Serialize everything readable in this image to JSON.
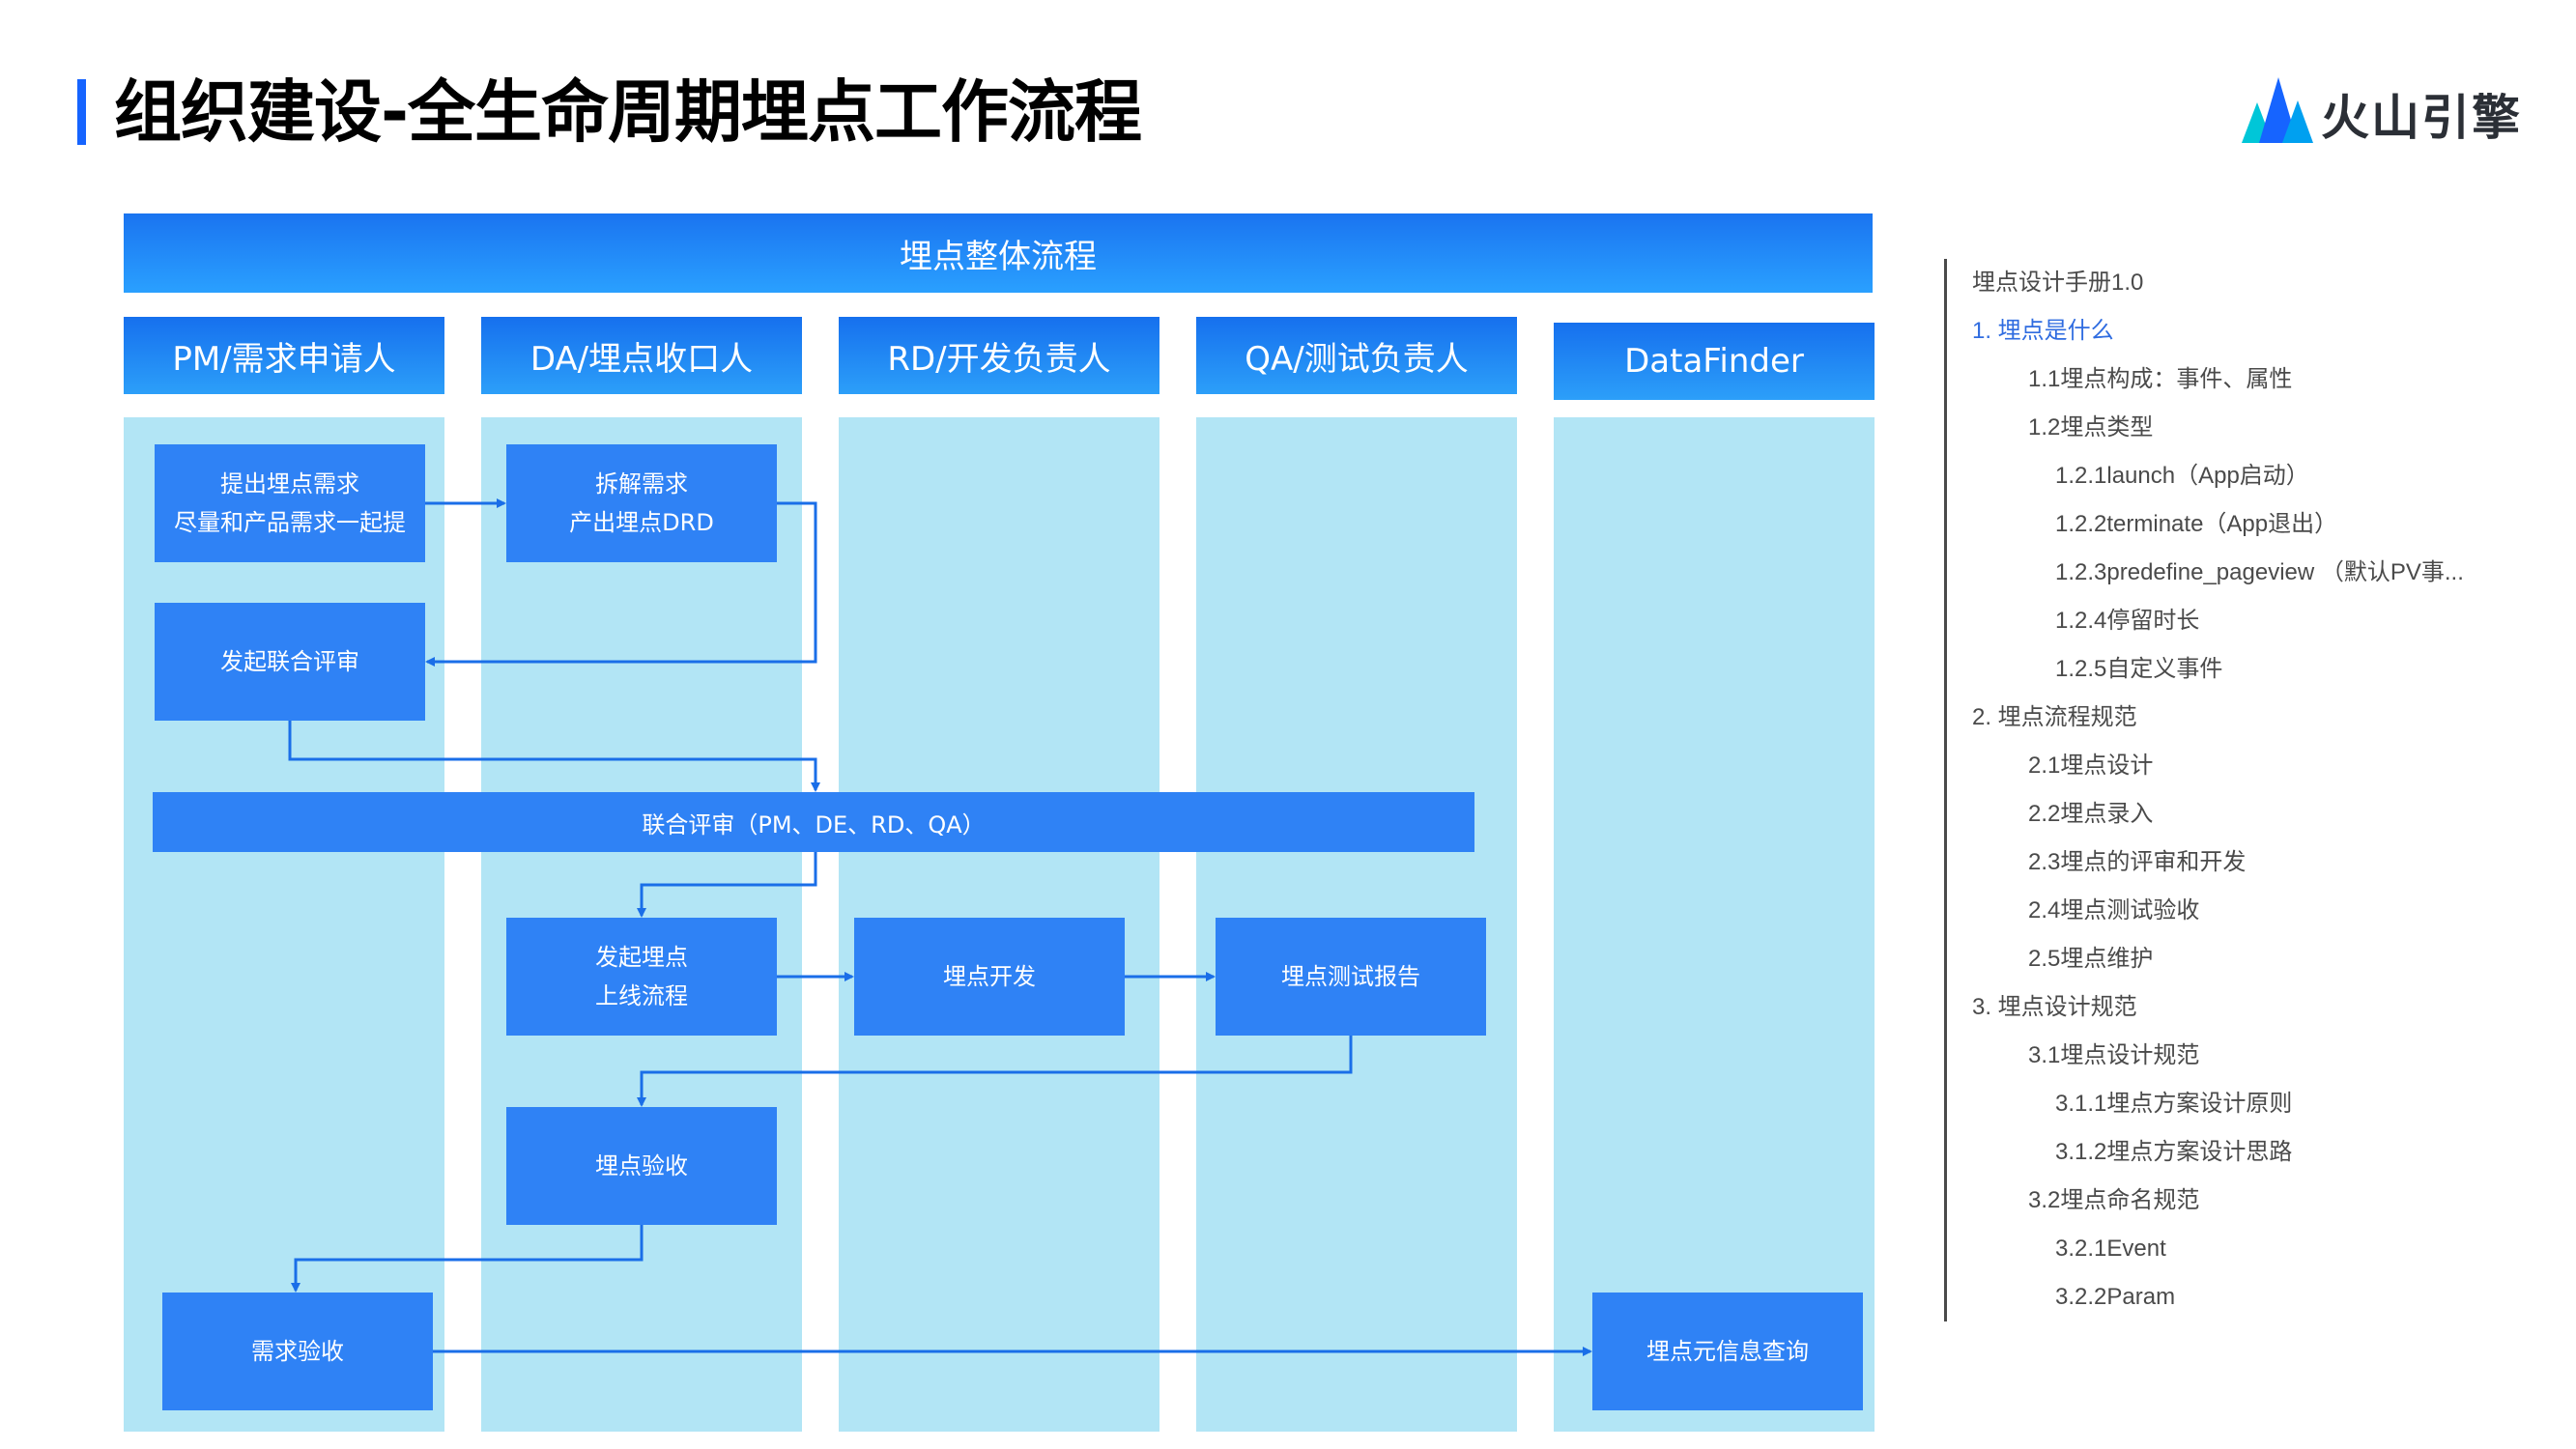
{
  "page": {
    "title": "组织建设-全生命周期埋点工作流程",
    "brand": "火山引擎",
    "brand_colors": {
      "accent": "#1664FF",
      "lane": "#B2E5F5",
      "box": "#2F82F5",
      "header": "#1A74F0"
    }
  },
  "diagram": {
    "band_title": "埋点整体流程",
    "lanes": [
      {
        "label": "PM/需求申请人"
      },
      {
        "label": "DA/埋点收口人"
      },
      {
        "label": "RD/开发负责人"
      },
      {
        "label": "QA/测试负责人"
      },
      {
        "label": "DataFinder"
      }
    ],
    "boxes": {
      "propose": {
        "line1": "提出埋点需求",
        "line2": "尽量和产品需求一起提"
      },
      "split": {
        "line1": "拆解需求",
        "line2": "产出埋点DRD"
      },
      "initiate_review": {
        "line1": "发起联合评审"
      },
      "joint_review": {
        "line1": "联合评审（PM、DE、RD、QA）"
      },
      "launch": {
        "line1": "发起埋点",
        "line2": "上线流程"
      },
      "develop": {
        "line1": "埋点开发"
      },
      "test_report": {
        "line1": "埋点测试报告"
      },
      "accept": {
        "line1": "埋点验收"
      },
      "req_accept": {
        "line1": "需求验收"
      },
      "meta_query": {
        "line1": "埋点元信息查询"
      }
    }
  },
  "toc": {
    "items": [
      {
        "label": "埋点设计手册1.0",
        "level": 0
      },
      {
        "label": "1. 埋点是什么",
        "level": 0,
        "active": true
      },
      {
        "label": "1.1埋点构成：事件、属性",
        "level": 1
      },
      {
        "label": "1.2埋点类型",
        "level": 1
      },
      {
        "label": "1.2.1launch（App启动）",
        "level": 2
      },
      {
        "label": "1.2.2terminate（App退出）",
        "level": 2
      },
      {
        "label": "1.2.3predefine_pageview （默认PV事...",
        "level": 2
      },
      {
        "label": "1.2.4停留时长",
        "level": 2
      },
      {
        "label": "1.2.5自定义事件",
        "level": 2
      },
      {
        "label": "2. 埋点流程规范",
        "level": 0
      },
      {
        "label": "2.1埋点设计",
        "level": 1
      },
      {
        "label": "2.2埋点录入",
        "level": 1
      },
      {
        "label": "2.3埋点的评审和开发",
        "level": 1
      },
      {
        "label": "2.4埋点测试验收",
        "level": 1
      },
      {
        "label": "2.5埋点维护",
        "level": 1
      },
      {
        "label": "3. 埋点设计规范",
        "level": 0
      },
      {
        "label": "3.1埋点设计规范",
        "level": 1
      },
      {
        "label": "3.1.1埋点方案设计原则",
        "level": 2
      },
      {
        "label": "3.1.2埋点方案设计思路",
        "level": 2
      },
      {
        "label": "3.2埋点命名规范",
        "level": 1
      },
      {
        "label": "3.2.1Event",
        "level": 2
      },
      {
        "label": "3.2.2Param",
        "level": 2
      }
    ]
  }
}
